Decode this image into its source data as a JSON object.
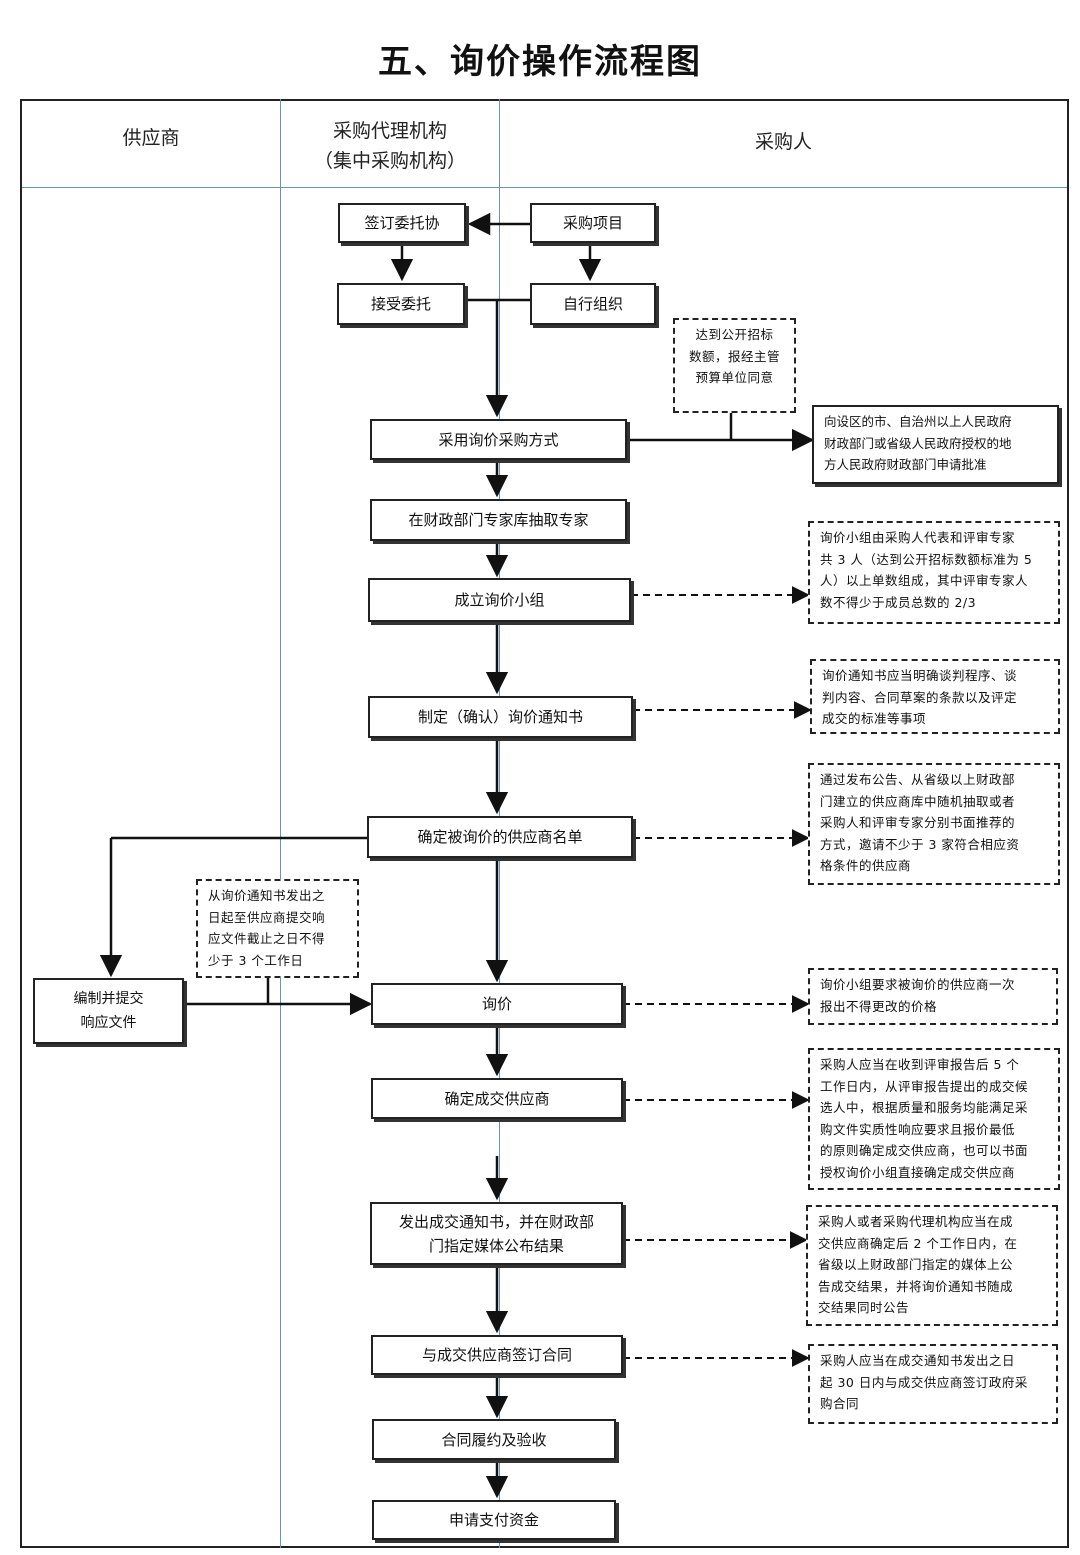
{
  "title": "五、询价操作流程图",
  "lanes": {
    "supplier": "供应商",
    "agency_line1": "采购代理机构",
    "agency_line2": "（集中采购机构）",
    "purchaser": "采购人"
  },
  "steps": {
    "sign_entrust": "签订委托协",
    "purchase_project": "采购项目",
    "accept_entrust": "接受委托",
    "self_organize": "自行组织",
    "adopt_method": "采用询价采购方式",
    "draw_experts": "在财政部门专家库抽取专家",
    "form_group": "成立询价小组",
    "make_notice": "制定（确认）询价通知书",
    "supplier_list": "确定被询价的供应商名单",
    "prepare_response_line1": "编制并提交",
    "prepare_response_line2": "响应文件",
    "inquiry": "询价",
    "determine_winner": "确定成交供应商",
    "issue_notice_line1": "发出成交通知书，并在财政部",
    "issue_notice_line2": "门指定媒体公布结果",
    "sign_contract": "与成交供应商签订合同",
    "perform_accept": "合同履约及验收",
    "apply_payment": "申请支付资金"
  },
  "notes": {
    "threshold": [
      "达到公开招标",
      "数额，报经主管",
      "预算单位同意"
    ],
    "approval": [
      "向设区的市、自治州以上人民政府",
      "财政部门或省级人民政府授权的地",
      "方人民政府财政部门申请批准"
    ],
    "group_composition": [
      "询价小组由采购人代表和评审专家",
      "共 3 人（达到公开招标数额标准为 5",
      "人）以上单数组成，其中评审专家人",
      "数不得少于成员总数的 2/3"
    ],
    "notice_content": [
      "询价通知书应当明确谈判程序、谈",
      "判内容、合同草案的条款以及评定",
      "成交的标准等事项"
    ],
    "supplier_selection": [
      "通过发布公告、从省级以上财政部",
      "门建立的供应商库中随机抽取或者",
      "采购人和评审专家分别书面推荐的",
      "方式，邀请不少于 3 家符合相应资",
      "格条件的供应商"
    ],
    "response_time": [
      "从询价通知书发出之",
      "日起至供应商提交响",
      "应文件截止之日不得",
      "少于 3 个工作日"
    ],
    "one_price": [
      "询价小组要求被询价的供应商一次",
      "报出不得更改的价格"
    ],
    "winner_rule": [
      "采购人应当在收到评审报告后 5 个",
      "工作日内，从评审报告提出的成交候",
      "选人中，根据质量和服务均能满足采",
      "购文件实质性响应要求且报价最低",
      "的原则确定成交供应商，也可以书面",
      "授权询价小组直接确定成交供应商"
    ],
    "publish_rule": [
      "采购人或者采购代理机构应当在成",
      "交供应商确定后 2 个工作日内，在",
      "省级以上财政部门指定的媒体上公",
      "告成交结果，并将询价通知书随成",
      "交结果同时公告"
    ],
    "contract_rule": [
      "采购人应当在成交通知书发出之日",
      "起 30 日内与成交供应商签订政府采",
      "购合同"
    ]
  }
}
